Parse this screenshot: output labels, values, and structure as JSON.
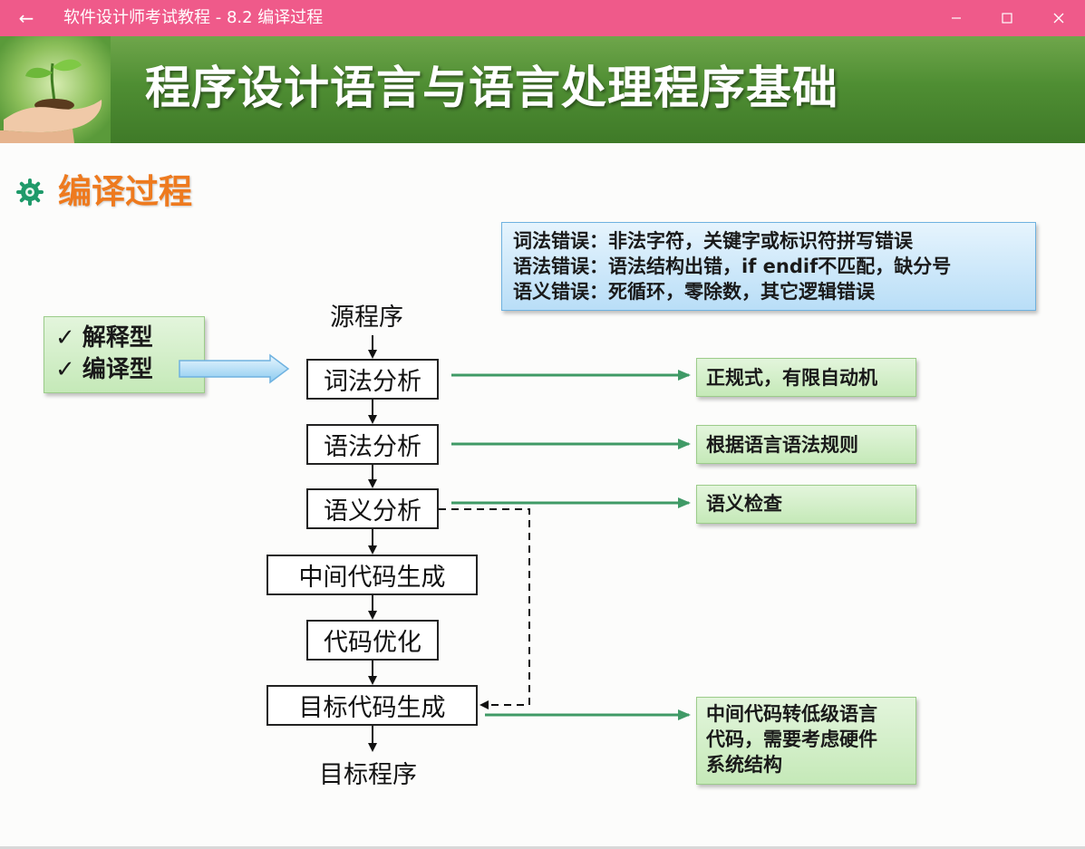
{
  "window": {
    "title": "软件设计师考试教程 - 8.2  编译过程",
    "back_icon": "back-arrow-icon",
    "controls": [
      "minimize-icon",
      "maximize-icon",
      "close-icon"
    ],
    "titlebar_color": "#ef5a8a"
  },
  "slide": {
    "banner_title": "程序设计语言与语言处理程序基础",
    "section_title": "编译过程",
    "section_icon": "gear-bullet-icon",
    "error_box": {
      "lines": [
        "词法错误：非法字符，关键字或标识符拼写错误",
        "语法错误：语法结构出错，if    endif不匹配，缺分号",
        "语义错误：死循环，零除数，其它逻辑错误"
      ]
    },
    "type_box": {
      "check": "✓",
      "items": [
        "解释型",
        "编译型"
      ]
    },
    "flow": {
      "source": "源程序",
      "steps": [
        "词法分析",
        "语法分析",
        "语义分析",
        "中间代码生成",
        "代码优化",
        "目标代码生成"
      ],
      "target": "目标程序"
    },
    "notes": {
      "lexical": "正规式，有限自动机",
      "syntax": "根据语言语法规则",
      "semantic": "语义检查",
      "codegen": [
        "中间代码转低级语言",
        "代码，需要考虑硬件",
        "系统结构"
      ]
    },
    "colors": {
      "banner_green": "#4f8e33",
      "section_orange": "#ee7a1e",
      "arrow_green": "#3f9a66",
      "error_box_blue": "#b9def7",
      "note_green": "#c5e9b8"
    }
  }
}
